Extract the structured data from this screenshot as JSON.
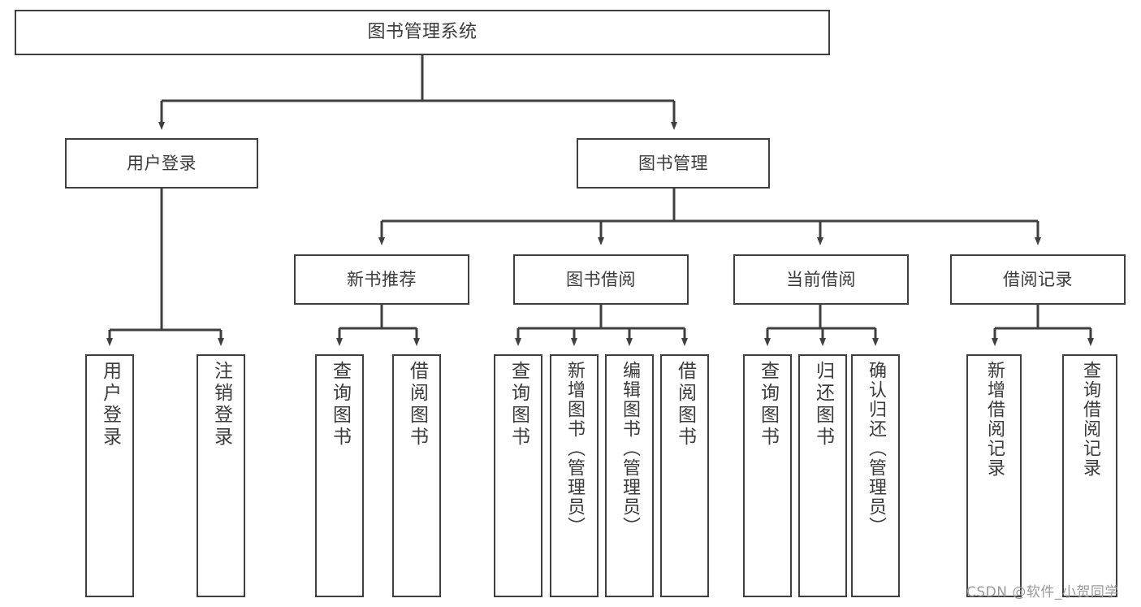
{
  "diagram": {
    "title": "图书管理系统",
    "type": "tree",
    "watermark": "CSDN @软件_小贺同学",
    "colors": {
      "box_border": "#3f3f3f",
      "box_fill": "#ffffff",
      "text": "#3b3b3b",
      "edge": "#3f3f3f",
      "watermark": "#9a9a9a"
    },
    "root": {
      "label": "图书管理系统"
    },
    "level1": [
      {
        "label": "用户登录"
      },
      {
        "label": "图书管理"
      }
    ],
    "level2": [
      {
        "label": "新书推荐"
      },
      {
        "label": "图书借阅"
      },
      {
        "label": "当前借阅"
      },
      {
        "label": "借阅记录"
      }
    ],
    "leaves": {
      "user_login": [
        {
          "label": "用户登录"
        },
        {
          "label": "注销登录"
        }
      ],
      "new_book": [
        {
          "label": "查询图书"
        },
        {
          "label": "借阅图书"
        }
      ],
      "book_borrow": [
        {
          "label": "查询图书"
        },
        {
          "label": "新增图书（管理员）"
        },
        {
          "label": "编辑图书（管理员）"
        },
        {
          "label": "借阅图书"
        }
      ],
      "current_borrow": [
        {
          "label": "查询图书"
        },
        {
          "label": "归还图书"
        },
        {
          "label": "确认归还（管理员）"
        }
      ],
      "borrow_record": [
        {
          "label": "新增借阅记录"
        },
        {
          "label": "查询借阅记录"
        }
      ]
    }
  }
}
